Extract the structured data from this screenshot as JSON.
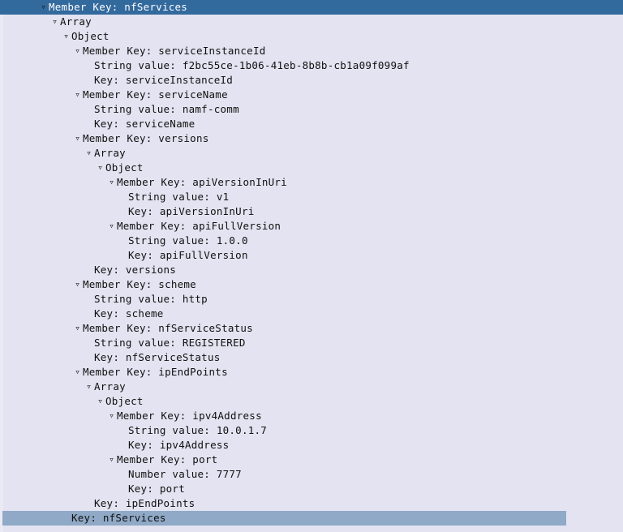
{
  "view": {
    "name": "json-dissector-tree",
    "background_color": "#e3e3f1",
    "selection_active_color": "#336a9e",
    "selection_inactive_color": "#8fa9c6",
    "text_color": "#101010",
    "expander_glyph": "▿"
  },
  "rows": [
    {
      "indent": 0,
      "twisty": "▿",
      "text": "Member Key: nfServices",
      "selection": "active"
    },
    {
      "indent": 1,
      "twisty": "▿",
      "text": "Array",
      "selection": "none"
    },
    {
      "indent": 2,
      "twisty": "▿",
      "text": "Object",
      "selection": "none"
    },
    {
      "indent": 3,
      "twisty": "▿",
      "text": "Member Key: serviceInstanceId",
      "selection": "none"
    },
    {
      "indent": 4,
      "twisty": "",
      "text": "String value: f2bc55ce-1b06-41eb-8b8b-cb1a09f099af",
      "selection": "none"
    },
    {
      "indent": 4,
      "twisty": "",
      "text": "Key: serviceInstanceId",
      "selection": "none"
    },
    {
      "indent": 3,
      "twisty": "▿",
      "text": "Member Key: serviceName",
      "selection": "none"
    },
    {
      "indent": 4,
      "twisty": "",
      "text": "String value: namf-comm",
      "selection": "none"
    },
    {
      "indent": 4,
      "twisty": "",
      "text": "Key: serviceName",
      "selection": "none"
    },
    {
      "indent": 3,
      "twisty": "▿",
      "text": "Member Key: versions",
      "selection": "none"
    },
    {
      "indent": 4,
      "twisty": "▿",
      "text": "Array",
      "selection": "none"
    },
    {
      "indent": 5,
      "twisty": "▿",
      "text": "Object",
      "selection": "none"
    },
    {
      "indent": 6,
      "twisty": "▿",
      "text": "Member Key: apiVersionInUri",
      "selection": "none"
    },
    {
      "indent": 7,
      "twisty": "",
      "text": "String value: v1",
      "selection": "none"
    },
    {
      "indent": 7,
      "twisty": "",
      "text": "Key: apiVersionInUri",
      "selection": "none"
    },
    {
      "indent": 6,
      "twisty": "▿",
      "text": "Member Key: apiFullVersion",
      "selection": "none"
    },
    {
      "indent": 7,
      "twisty": "",
      "text": "String value: 1.0.0",
      "selection": "none"
    },
    {
      "indent": 7,
      "twisty": "",
      "text": "Key: apiFullVersion",
      "selection": "none"
    },
    {
      "indent": 4,
      "twisty": "",
      "text": "Key: versions",
      "selection": "none"
    },
    {
      "indent": 3,
      "twisty": "▿",
      "text": "Member Key: scheme",
      "selection": "none"
    },
    {
      "indent": 4,
      "twisty": "",
      "text": "String value: http",
      "selection": "none"
    },
    {
      "indent": 4,
      "twisty": "",
      "text": "Key: scheme",
      "selection": "none"
    },
    {
      "indent": 3,
      "twisty": "▿",
      "text": "Member Key: nfServiceStatus",
      "selection": "none"
    },
    {
      "indent": 4,
      "twisty": "",
      "text": "String value: REGISTERED",
      "selection": "none"
    },
    {
      "indent": 4,
      "twisty": "",
      "text": "Key: nfServiceStatus",
      "selection": "none"
    },
    {
      "indent": 3,
      "twisty": "▿",
      "text": "Member Key: ipEndPoints",
      "selection": "none"
    },
    {
      "indent": 4,
      "twisty": "▿",
      "text": "Array",
      "selection": "none"
    },
    {
      "indent": 5,
      "twisty": "▿",
      "text": "Object",
      "selection": "none"
    },
    {
      "indent": 6,
      "twisty": "▿",
      "text": "Member Key: ipv4Address",
      "selection": "none"
    },
    {
      "indent": 7,
      "twisty": "",
      "text": "String value: 10.0.1.7",
      "selection": "none"
    },
    {
      "indent": 7,
      "twisty": "",
      "text": "Key: ipv4Address",
      "selection": "none"
    },
    {
      "indent": 6,
      "twisty": "▿",
      "text": "Member Key: port",
      "selection": "none"
    },
    {
      "indent": 7,
      "twisty": "",
      "text": "Number value: 7777",
      "selection": "none"
    },
    {
      "indent": 7,
      "twisty": "",
      "text": "Key: port",
      "selection": "none"
    },
    {
      "indent": 4,
      "twisty": "",
      "text": "Key: ipEndPoints",
      "selection": "none"
    },
    {
      "indent": 2,
      "twisty": "",
      "text": "Key: nfServices",
      "selection": "inactive"
    }
  ]
}
